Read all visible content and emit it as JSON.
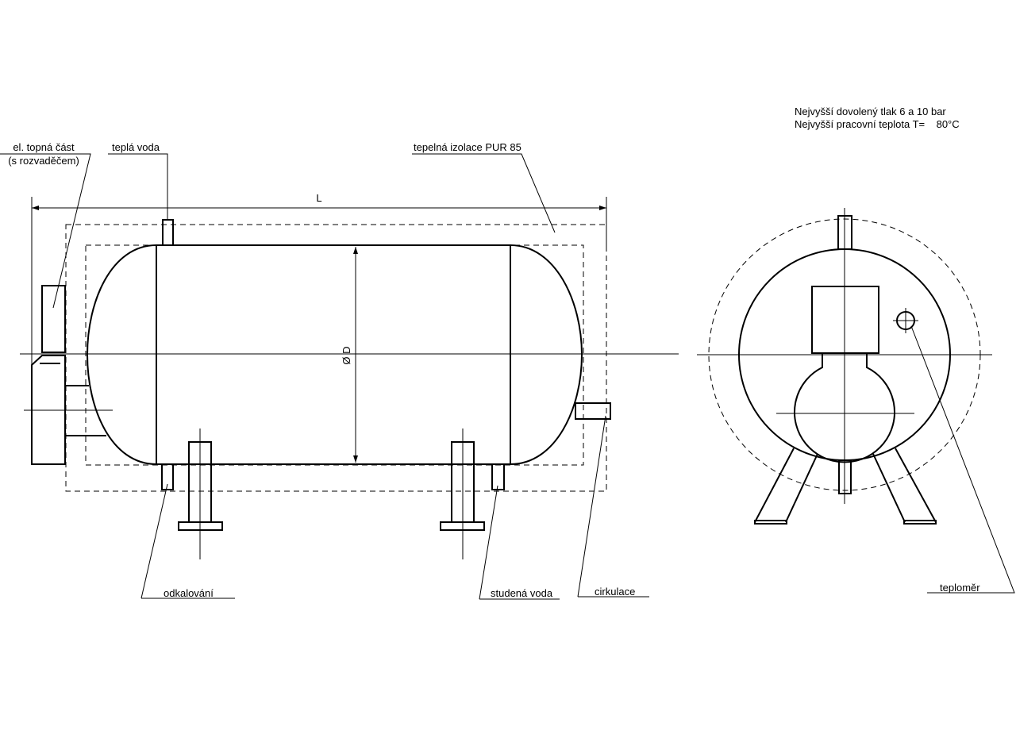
{
  "labels": {
    "heater_line1": "el. topná část",
    "heater_line2": "(s rozvaděčem)",
    "hot_water": "teplá voda",
    "insulation": "tepelná izolace PUR 85",
    "length": "L",
    "diameter": "Ø D",
    "descaling": "odkalování",
    "cold_water": "studená voda",
    "circulation": "cirkulace",
    "thermometer": "teploměr",
    "spec_pressure": "Nejvyšší dovolený tlak 6 a 10 bar",
    "spec_temperature": "Nejvyšší pracovní teplota T=    80°C"
  }
}
